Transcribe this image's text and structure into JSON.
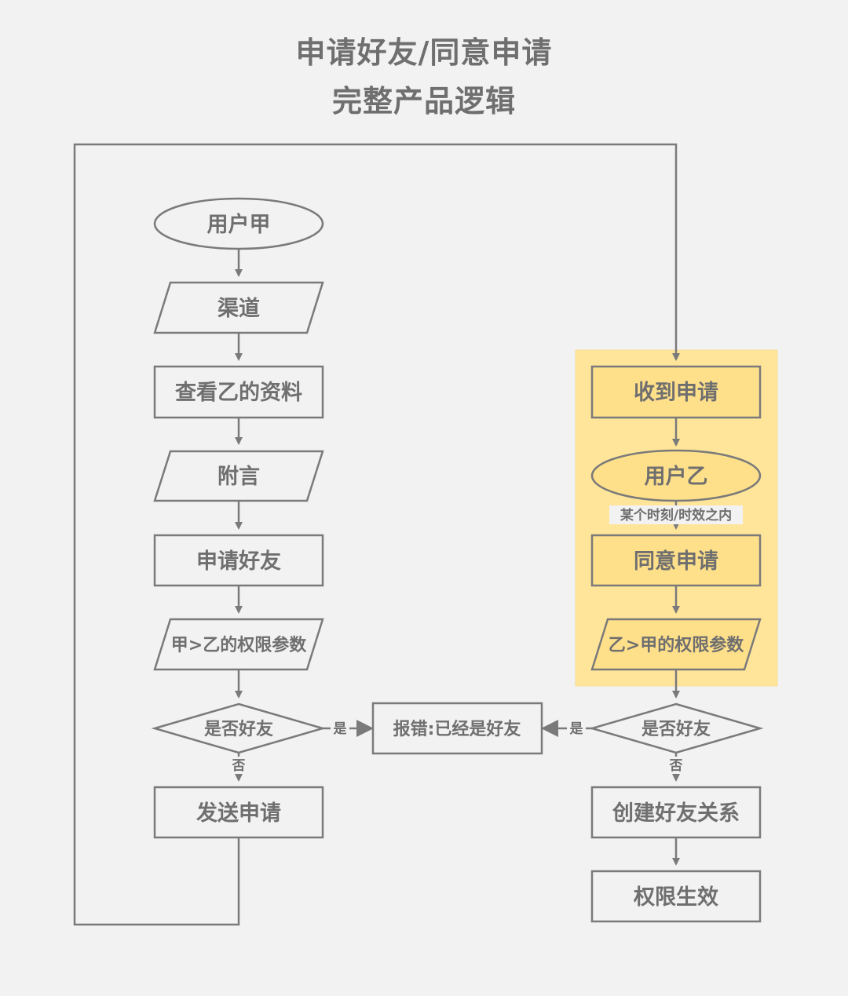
{
  "title": {
    "line1": "申请好友/同意申请",
    "line2": "完整产品逻辑"
  },
  "nodes": {
    "user_a": "用户甲",
    "channel": "渠道",
    "view_profile": "查看乙的资料",
    "note": "附言",
    "apply_friend": "申请好友",
    "perm_a_to_b": "甲>乙的权限参数",
    "is_friend_left": "是否好友",
    "send_request": "发送申请",
    "error_already": "报错:已经是好友",
    "receive_request": "收到申请",
    "user_b": "用户乙",
    "agree_request": "同意申请",
    "perm_b_to_a": "乙>甲的权限参数",
    "is_friend_right": "是否好友",
    "create_relation": "创建好友关系",
    "perm_effective": "权限生效"
  },
  "labels": {
    "yes_left": "是",
    "yes_right": "是",
    "no_left": "否",
    "no_right": "否",
    "time_window": "某个时刻/时效之内"
  },
  "colors": {
    "background": "#f2f2f2",
    "stroke": "#7a7a7a",
    "text": "#6f6f6f",
    "highlight_panel": "#ffe59a",
    "highlight_node": "#ffe08a"
  }
}
